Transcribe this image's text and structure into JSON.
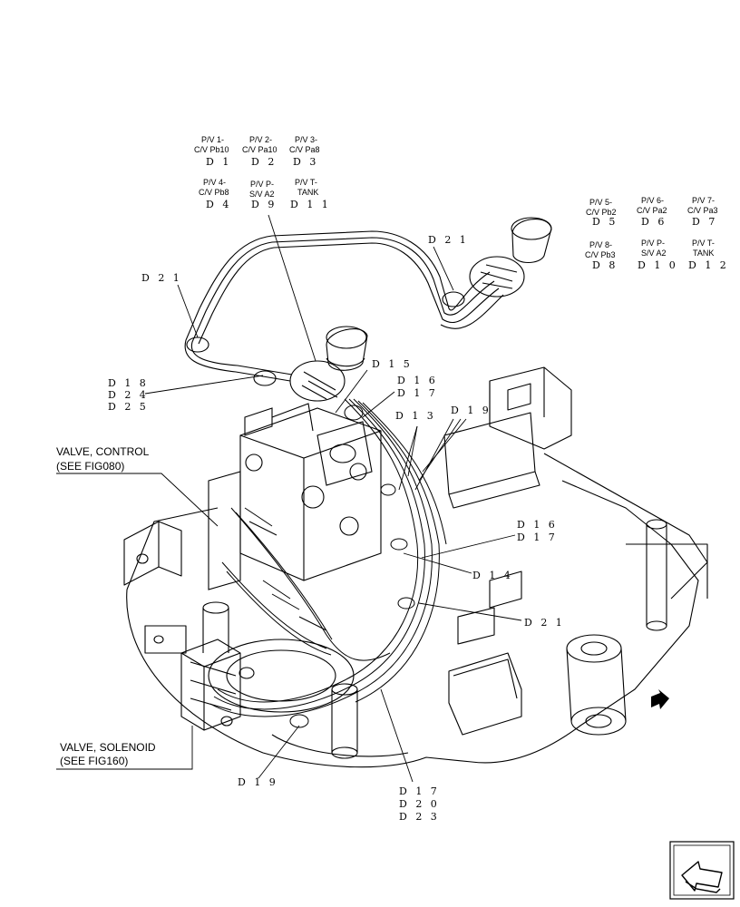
{
  "callouts": {
    "valve_control": {
      "line1": "VALVE, CONTROL",
      "line2": "(SEE FIG080)"
    },
    "valve_solenoid": {
      "line1": "VALVE, SOLENOID",
      "line2": "(SEE FIG160)"
    }
  },
  "ports_left": [
    {
      "line1": "P/V 1-",
      "line2": "C/V Pb10",
      "code": "D 1"
    },
    {
      "line1": "P/V 2-",
      "line2": "C/V Pa10",
      "code": "D 2"
    },
    {
      "line1": "P/V 3-",
      "line2": "C/V Pa8",
      "code": "D 3"
    },
    {
      "line1": "P/V 4-",
      "line2": "C/V Pb8",
      "code": "D 4"
    },
    {
      "line1": "P/V P-",
      "line2": "S/V A2",
      "code": "D 9"
    },
    {
      "line1": "P/V T-",
      "line2": "TANK",
      "code": "D 1 1"
    }
  ],
  "ports_right": [
    {
      "line1": "P/V 5-",
      "line2": "C/V Pb2",
      "code": "D 5"
    },
    {
      "line1": "P/V 6-",
      "line2": "C/V Pa2",
      "code": "D 6"
    },
    {
      "line1": "P/V 7-",
      "line2": "C/V Pa3",
      "code": "D 7"
    },
    {
      "line1": "P/V 8-",
      "line2": "C/V Pb3",
      "code": "D 8"
    },
    {
      "line1": "P/V P-",
      "line2": "S/V A2",
      "code": "D 1 0"
    },
    {
      "line1": "P/V T-",
      "line2": "TANK",
      "code": "D 1 2"
    }
  ],
  "refs": {
    "d21_top": "D 2 1",
    "d21_left": "D 2 1",
    "d18": "D 1 8",
    "d24": "D 2 4",
    "d25": "D 2 5",
    "d15": "D 1 5",
    "d16_a": "D 1 6",
    "d17_a": "D 1 7",
    "d13": "D 1 3",
    "d19_a": "D 1 9",
    "d16_b": "D 1 6",
    "d17_b": "D 1 7",
    "d14": "D 1 4",
    "d21_mid": "D 2 1",
    "d19_b": "D 1 9",
    "d17_c": "D 1 7",
    "d20": "D 2 0",
    "d23": "D 2 3"
  },
  "nav": {
    "icon": "next-page-arrow-icon"
  },
  "colors": {
    "ink": "#000000",
    "paper": "#ffffff"
  }
}
